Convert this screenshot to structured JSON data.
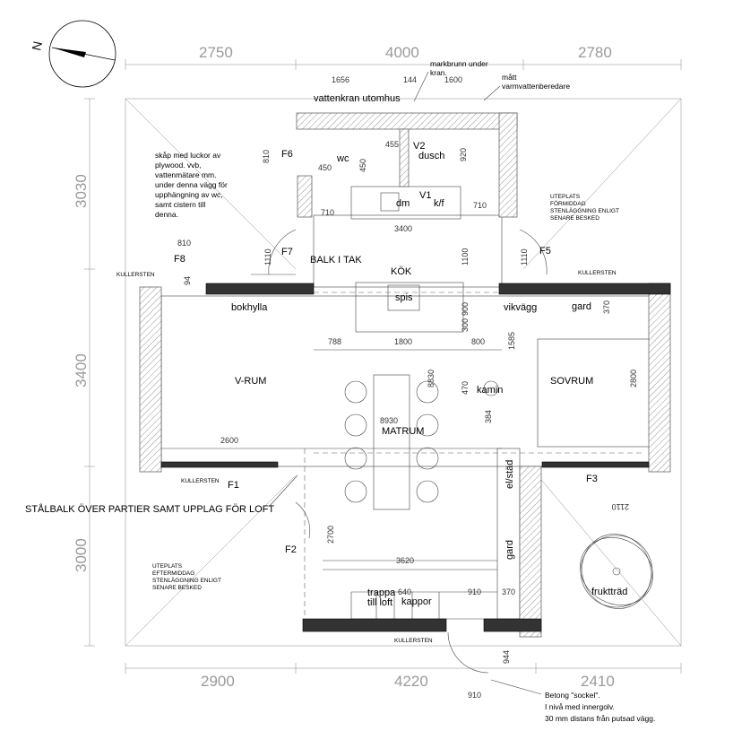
{
  "north_label": "N",
  "dims_outer": {
    "top_left": "2750",
    "top_mid": "4000",
    "top_right": "2780",
    "left_top": "3030",
    "left_mid": "3400",
    "left_bottom": "3000",
    "bottom_left": "2900",
    "bottom_mid": "4220",
    "bottom_right": "2410"
  },
  "dims_inner": {
    "d1656": "1656",
    "d144": "144",
    "d1600": "1600",
    "d810a": "810",
    "d450a": "450",
    "d455": "455",
    "d450b": "450",
    "d920": "920",
    "d710a": "710",
    "d710b": "710",
    "d3400": "3400",
    "d810b": "810",
    "d1110a": "1110",
    "d1110b": "1110",
    "d1100": "1100",
    "d94": "94",
    "d788": "788",
    "d1800": "1800",
    "d800": "800",
    "d900": "900",
    "d300": "300",
    "d1585": "1585",
    "d370a": "370",
    "d8830": "8830",
    "d470": "470",
    "d384": "384",
    "d2800": "2800",
    "d8930": "8930",
    "d2600": "2600",
    "d2110": "2110",
    "d2700": "2700",
    "d3620": "3620",
    "d910a": "910",
    "d370b": "370",
    "d640": "640",
    "d944": "944",
    "d910b": "910"
  },
  "rooms": {
    "wc": "wc",
    "dusch": "dusch",
    "dm": "dm",
    "kf": "k/f",
    "kok": "KÖK",
    "spis": "spis",
    "balk": "BALK I TAK",
    "bokhylla": "bokhylla",
    "vrum": "V-RUM",
    "matrum": "MATRUM",
    "sovrum": "SOVRUM",
    "kamin": "kamin",
    "vikvagg": "vikvägg",
    "gard1": "gard",
    "gard2": "gard",
    "elstad": "el/städ",
    "trappa": "trappa",
    "tillloft": "till loft",
    "kappor": "kappor",
    "fruktrad": "fruktträd"
  },
  "doors": {
    "F1": "F1",
    "F2": "F2",
    "F3": "F3",
    "F5": "F5",
    "F6": "F6",
    "F7": "F7",
    "F8": "F8",
    "V1": "V1",
    "V2": "V2"
  },
  "notes": {
    "markbrunn": [
      "markbrunn under",
      "kran."
    ],
    "matt": [
      "mått",
      "varmvattenberedare"
    ],
    "vattenkran": "vattenkran utomhus",
    "skap": [
      "skåp med luckor av",
      "plywood. vvb,",
      "vattenmätare mm.",
      "under denna vägg för",
      "upphängning av wc,",
      "samt cistern till",
      "denna."
    ],
    "uteplats_formiddag": [
      "UTEPLATS",
      "FÖRMIDDAG",
      "STENLÄGGNING ENLIGT",
      "SENARE BESKED"
    ],
    "uteplats_eftermiddag": [
      "UTEPLATS",
      "EFTERMIDDAG",
      "STENLÄGGNING ENLIGT",
      "SENARE BESKED"
    ],
    "kullersten": "KULLERSTEN",
    "stalbalk": "STÅLBALK ÖVER PARTIER SAMT UPPLAG  FÖR LOFT",
    "betong": [
      "Betong \"sockel\".",
      "I nivå med innergolv.",
      "30 mm distans från putsad vägg."
    ]
  }
}
